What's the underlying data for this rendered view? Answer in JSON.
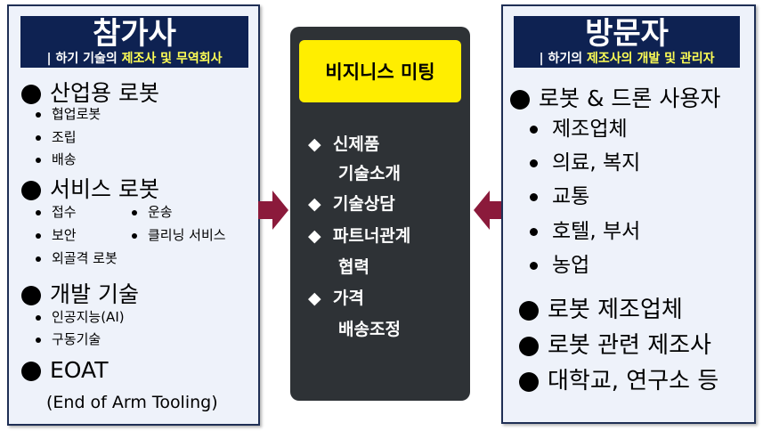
{
  "left": {
    "title": "참가사",
    "subtitle_prefix": "| 하기 기술의 ",
    "subtitle_highlight": "제조사 및 무역회사",
    "sections": [
      {
        "label": "산업용 로봇",
        "items": [
          "협업로봇",
          "조립",
          "배송"
        ]
      },
      {
        "label": "서비스 로봇",
        "items": [
          "접수",
          "운송",
          "보안",
          "클리닝 서비스",
          "외골격 로봇"
        ]
      },
      {
        "label": "개발 기술",
        "items": [
          "인공지능(AI)",
          "구동기술"
        ]
      },
      {
        "label": "EOAT",
        "note": "(End of Arm Tooling)"
      }
    ]
  },
  "center": {
    "title": "비지니스 미팅",
    "items": [
      {
        "line1": "신제품",
        "line2": "기술소개"
      },
      {
        "line1": "기술상담"
      },
      {
        "line1": "파트너관계",
        "line2": "협력"
      },
      {
        "line1": "가격",
        "line2": "배송조정"
      }
    ],
    "bullet": "◆"
  },
  "right": {
    "title": "방문자",
    "subtitle_prefix": "| 하기의 ",
    "subtitle_highlight": "제조사의 개발 및 관리자",
    "sections": [
      {
        "label": "로봇 & 드론 사용자",
        "items": [
          "제조업체",
          "의료, 복지",
          "교통",
          "호텔, 부서",
          "농업"
        ]
      },
      {
        "label": "로봇 제조업체"
      },
      {
        "label": "로봇 관련 제조사"
      },
      {
        "label": "대학교, 연구소 등"
      }
    ]
  },
  "colors": {
    "header": "#0e2252",
    "highlight": "#ffff55",
    "arrow": "#8b1a3b",
    "center": "#2e3236",
    "title_box": "#ffee00"
  }
}
